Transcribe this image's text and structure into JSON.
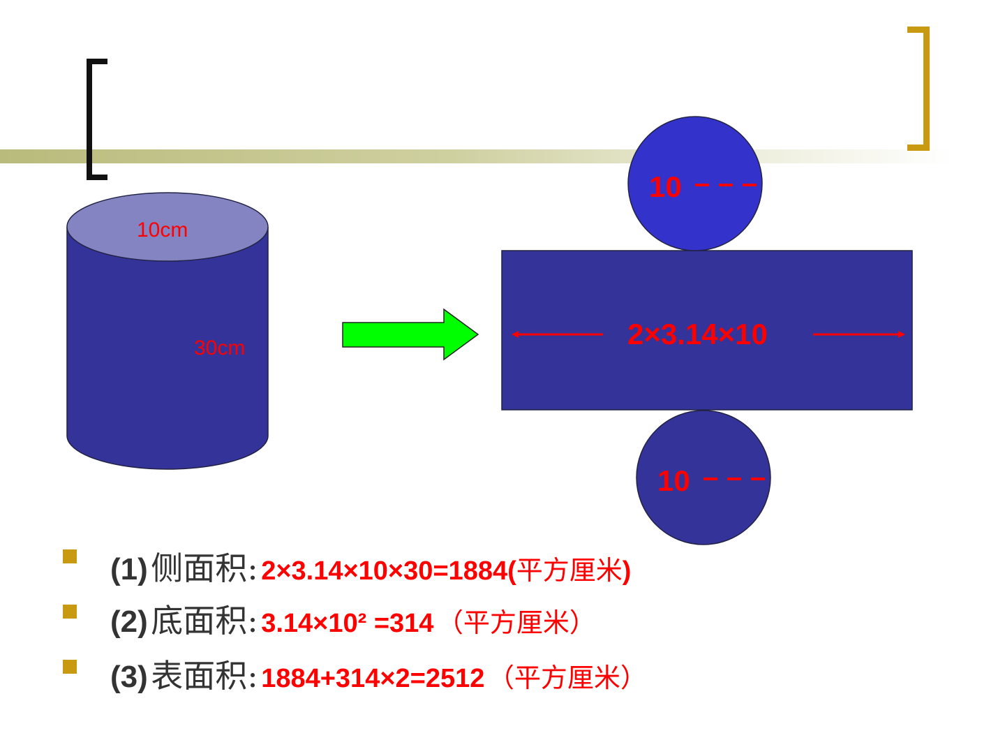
{
  "diagram": {
    "cylinder": {
      "radius_label": "10cm",
      "height_label": "30cm"
    },
    "net": {
      "top_circle_label": "10",
      "bottom_circle_label": "10",
      "rect_label": "2×3.14×10"
    },
    "arrow_icon": "right-arrow-icon"
  },
  "colors": {
    "shape_fill": "#333399",
    "top_face": "#8584c2",
    "circle_top": "#3333cc",
    "arrow_green": "#00ff00",
    "label_red": "#ff0000",
    "bracket_gold": "#c89a12",
    "bullet_gold": "#c89a12"
  },
  "list": [
    {
      "number": "(1)",
      "name": "侧面积",
      "sep": ":",
      "formula": "2×3.14×10×30=1884(",
      "unit": "平方厘米",
      "close": ")"
    },
    {
      "number": "(2)",
      "name": "底面积",
      "sep": ":",
      "formula": "3.14×10² =314",
      "unit": "（平方厘米）",
      "close": ""
    },
    {
      "number": "(3)",
      "name": "表面积",
      "sep": ":",
      "formula": "1884+314×2=2512",
      "unit": "（平方厘米）",
      "close": ""
    }
  ]
}
